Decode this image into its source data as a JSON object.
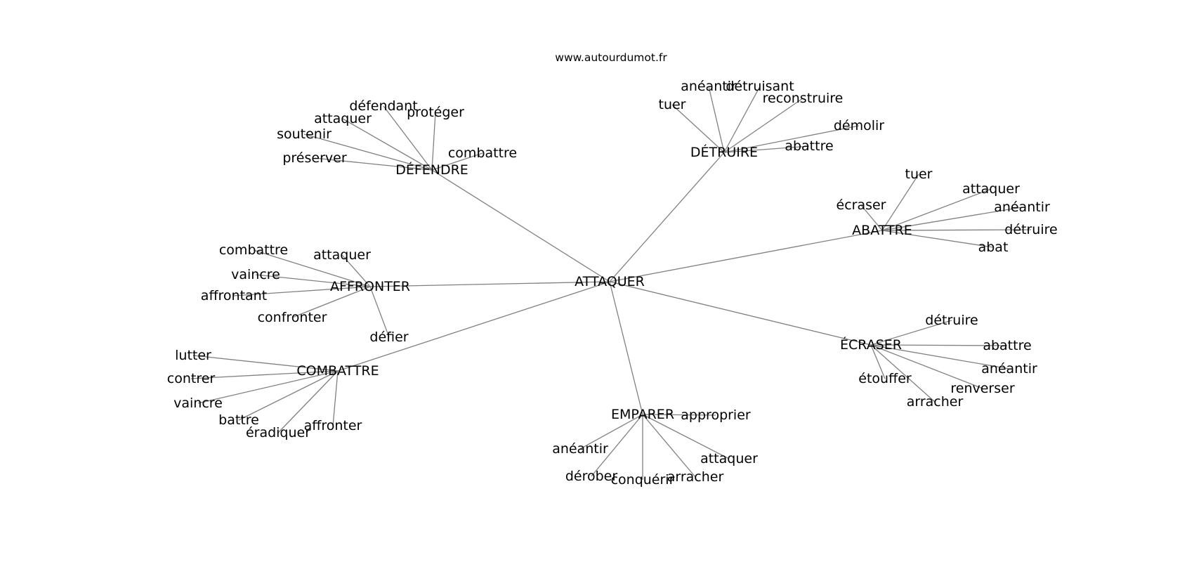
{
  "site": "www.autourdumot.fr",
  "root": {
    "label": "ATTAQUER",
    "children": [
      {
        "label": "DÉFENDRE",
        "children": [
          "défendant",
          "protéger",
          "attaquer",
          "soutenir",
          "préserver",
          "combattre"
        ]
      },
      {
        "label": "DÉTRUIRE",
        "children": [
          "anéantir",
          "détruisant",
          "tuer",
          "reconstruire",
          "démolir",
          "abattre"
        ]
      },
      {
        "label": "ABATTRE",
        "children": [
          "tuer",
          "écraser",
          "attaquer",
          "anéantir",
          "détruire",
          "abat"
        ]
      },
      {
        "label": "AFFRONTER",
        "children": [
          "combattre",
          "attaquer",
          "vaincre",
          "affrontant",
          "confronter",
          "défier"
        ]
      },
      {
        "label": "COMBATTRE",
        "children": [
          "lutter",
          "contrer",
          "vaincre",
          "battre",
          "éradiquer",
          "affronter"
        ]
      },
      {
        "label": "ÉCRASER",
        "children": [
          "détruire",
          "abattre",
          "anéantir",
          "étouffer",
          "renverser",
          "arracher"
        ]
      },
      {
        "label": "EMPARER",
        "children": [
          "approprier",
          "anéantir",
          "attaquer",
          "dérober",
          "conquérir",
          "arracher"
        ]
      }
    ]
  }
}
